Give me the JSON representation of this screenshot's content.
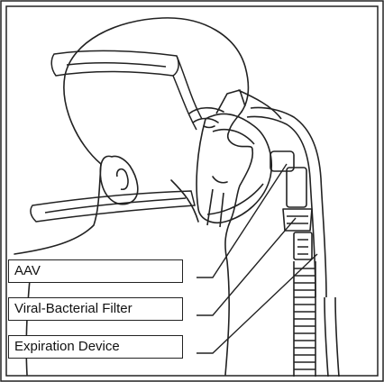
{
  "labels": {
    "aav": "AAV",
    "filter": "Viral-Bacterial Filter",
    "expiration": "Expiration Device"
  },
  "icons": [
    "head-illustration",
    "face-mask",
    "breathing-tube",
    "leader-line"
  ],
  "colors": {
    "line": "#222222",
    "background": "#ffffff"
  }
}
